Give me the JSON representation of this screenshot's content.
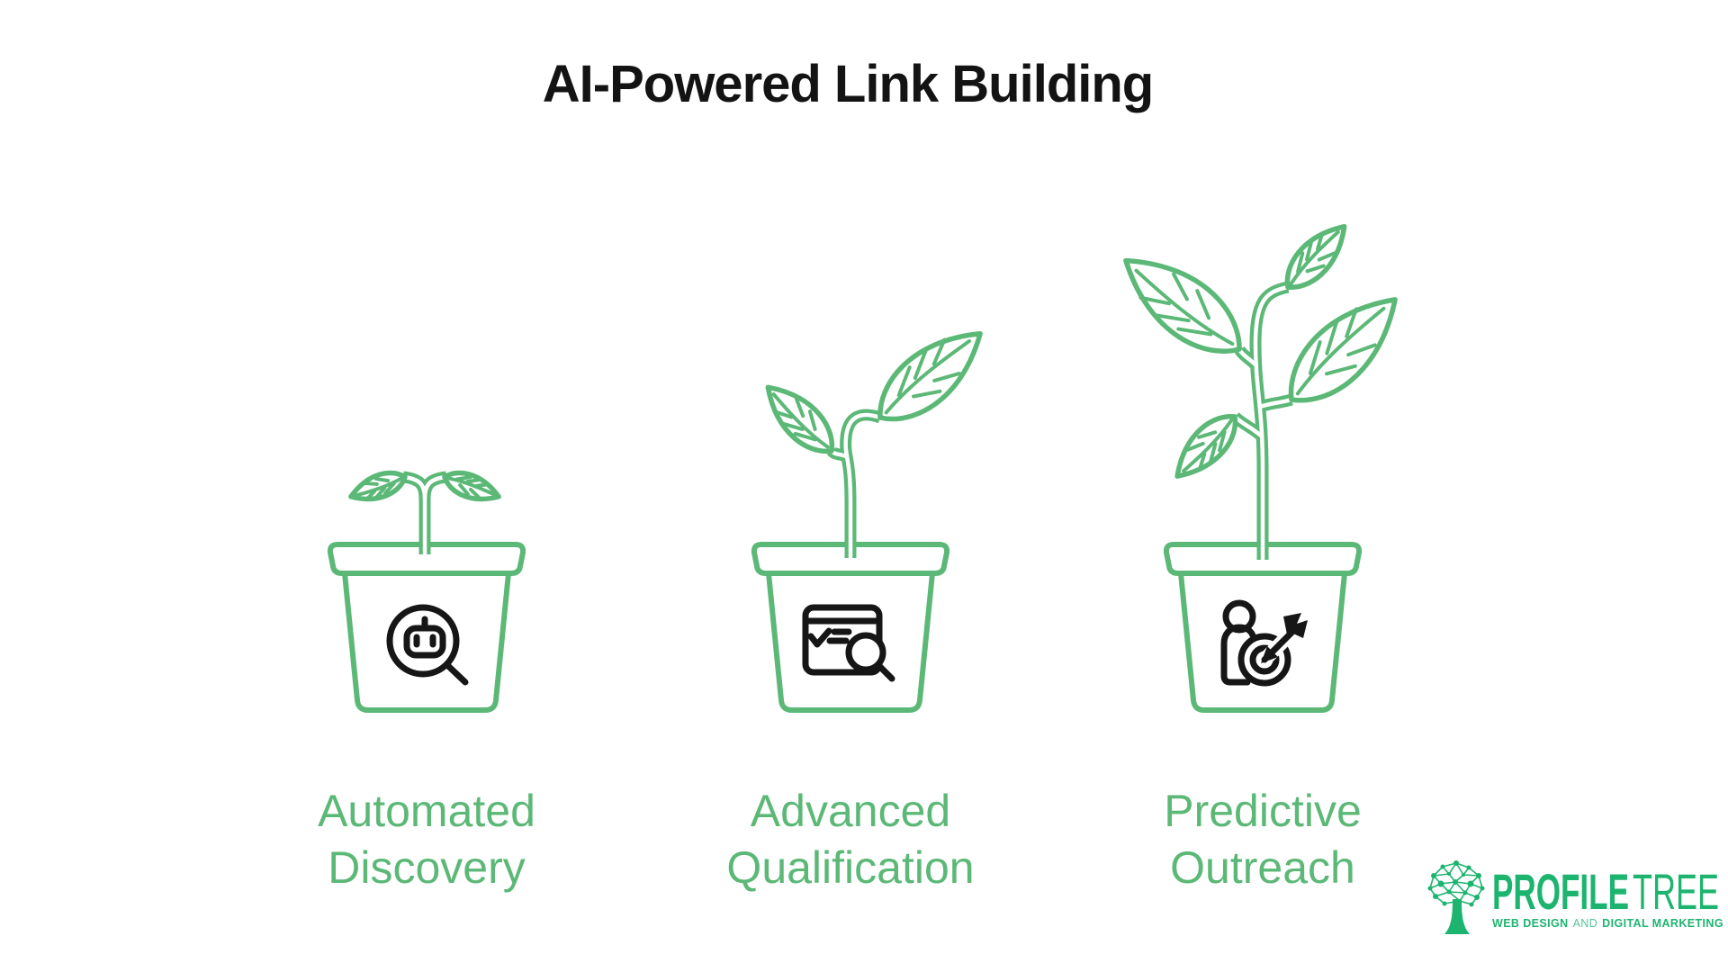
{
  "title": "AI-Powered Link Building",
  "stages": [
    {
      "label": "Automated Discovery",
      "lines": [
        "Automated",
        "Discovery"
      ],
      "icon": "robot-search-icon",
      "plant": "small-sprout-two-leaves"
    },
    {
      "label": "Advanced Qualification",
      "lines": [
        "Advanced",
        "Qualification"
      ],
      "icon": "webpage-check-search-icon",
      "plant": "medium-seedling-two-leaves"
    },
    {
      "label": "Predictive Outreach",
      "lines": [
        "Predictive",
        "Outreach"
      ],
      "icon": "person-target-arrow-icon",
      "plant": "large-plant-four-leaves"
    }
  ],
  "logo": {
    "brand_bold": "PROFILE",
    "brand_light": "TREE",
    "tagline_part_1": "WEB DESIGN",
    "tagline_part_2": "AND",
    "tagline_part_3": "DIGITAL MARKETING"
  },
  "colors": {
    "accent_green": "#5cb877",
    "logo_green": "#1db470",
    "ink": "#131313",
    "background": "#ffffff"
  }
}
